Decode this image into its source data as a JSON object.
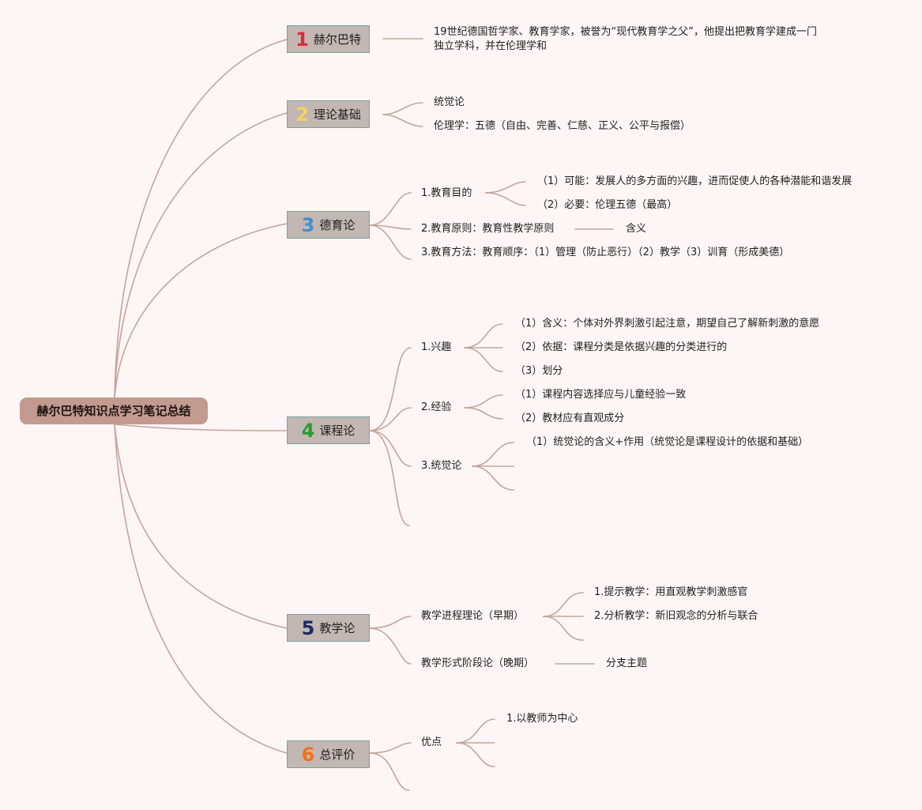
{
  "root": "赫尔巴特知识点学习笔记总结",
  "colors": {
    "background": "#fdf6f5",
    "line": "#c3a59c",
    "root_fill": "#c29a8f",
    "topic_fill": "#c2b7b3"
  },
  "topics": [
    {
      "num": "1",
      "color": "#d62d3a",
      "label": "赫尔巴特"
    },
    {
      "num": "2",
      "color": "#f3d55b",
      "label": "理论基础"
    },
    {
      "num": "3",
      "color": "#3f8fd2",
      "label": "德育论"
    },
    {
      "num": "4",
      "color": "#2c9a35",
      "label": "课程论"
    },
    {
      "num": "5",
      "color": "#1d2b6b",
      "label": "教学论"
    },
    {
      "num": "6",
      "color": "#f2711c",
      "label": "总评价"
    }
  ],
  "t1": {
    "desc": "19世纪德国哲学家、教育学家，被誉为“现代教育学之父”，他提出把教育学建成一门独立学科，并在伦理学和"
  },
  "t2": {
    "a": "统觉论",
    "b": "伦理学：五德（自由、完善、仁慈、正义、公平与报偿）"
  },
  "t3": {
    "aim": "1.教育目的",
    "aim1": "（1）可能：发展人的多方面的兴趣，进而促使人的各种潜能和谐发展",
    "aim2": "（2）必要：伦理五德（最高）",
    "principle": "2.教育原则：教育性教学原则",
    "meaning": "含义",
    "method": "3.教育方法：教育顺序：（1）管理（防止恶行）（2）教学（3）训育（形成美德）"
  },
  "t4": {
    "interest": "1.兴趣",
    "i1": "（1）含义：个体对外界刺激引起注意，期望自己了解新刺激的意愿",
    "i2": "（2）依据：课程分类是依据兴趣的分类进行的",
    "i3": "（3）划分",
    "exp": "2.经验",
    "e1": "（1）课程内容选择应与儿童经验一致",
    "e2": "（2）教材应有直观成分",
    "app": "3.统觉论",
    "a1": "（1）统觉论的含义+作用（统觉论是课程设计的依据和基础）"
  },
  "t5": {
    "early": "教学进程理论（早期）",
    "e1": "1.提示教学：用直观教学刺激感官",
    "e2": "2.分析教学：新旧观念的分析与联合",
    "late": "教学形式阶段论（晚期）",
    "branch": "分支主题"
  },
  "t6": {
    "merit": "优点",
    "m1": "1.以教师为中心"
  }
}
